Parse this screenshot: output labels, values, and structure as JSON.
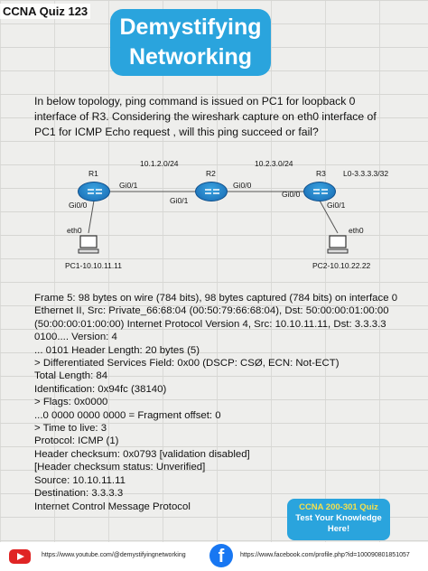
{
  "badge": "CCNA Quiz 123",
  "title": {
    "line1": "Demystifying",
    "line2": "Networking"
  },
  "question": "In below topology, ping command is issued on PC1 for loopback 0 interface of R3. Considering the wireshark capture on eth0 interface of PC1 for ICMP Echo request , will this ping succeed or fail?",
  "topology": {
    "net1": "10.1.2.0/24",
    "net2": "10.2.3.0/24",
    "r1": "R1",
    "r2": "R2",
    "r3": "R3",
    "loopback": "L0-3.3.3.3/32",
    "r1_gi01": "Gi0/1",
    "r1_gi00": "Gi0/0",
    "r2_gi01": "Gi0/1",
    "r2_gi00": "Gi0/0",
    "r3_gi00": "Gi0/0",
    "r3_gi01": "Gi0/1",
    "pc1_if": "eth0",
    "pc2_if": "eth0",
    "pc1": "PC1-10.10.11.11",
    "pc2": "PC2-10.10.22.22",
    "colors": {
      "router": "#1769b2",
      "link": "#555555"
    }
  },
  "capture_lines": [
    "Frame 5: 98 bytes on wire (784 bits), 98 bytes captured (784 bits) on interface 0",
    "Ethernet II, Src: Private_66:68:04 (00:50:79:66:68:04), Dst: 50:00:00:01:00:00",
    "(50:00:00:01:00:00) Internet Protocol Version 4, Src: 10.10.11.11, Dst: 3.3.3.3",
    "0100.... Version: 4",
    "... 0101 Header Length: 20 bytes (5)",
    "> Differentiated Services Field: 0x00 (DSCP: CSØ, ECN: Not-ECT)",
    "Total Length: 84",
    "Identification: 0x94fc (38140)",
    "> Flags: 0x0000",
    "...0 0000 0000 0000 = Fragment offset: 0",
    "> Time to live: 3",
    "Protocol: ICMP (1)",
    "Header checksum: 0x0793 [validation disabled]",
    "[Header checksum status: Unverified]",
    "Source: 10.10.11.11",
    "Destination: 3.3.3.3",
    "Internet Control Message Protocol"
  ],
  "promo": {
    "line1": "CCNA 200-301 Quiz",
    "line2": "Test Your Knowledge",
    "line3": "Here!"
  },
  "footer": {
    "youtube_url": "https://www.youtube.com/@demystifyingnetworking",
    "facebook_url": "https://www.facebook.com/profile.php?id=100090801851057",
    "youtube_icon": "youtube-icon",
    "facebook_icon": "facebook-icon",
    "accent": "#2aa4dd"
  }
}
